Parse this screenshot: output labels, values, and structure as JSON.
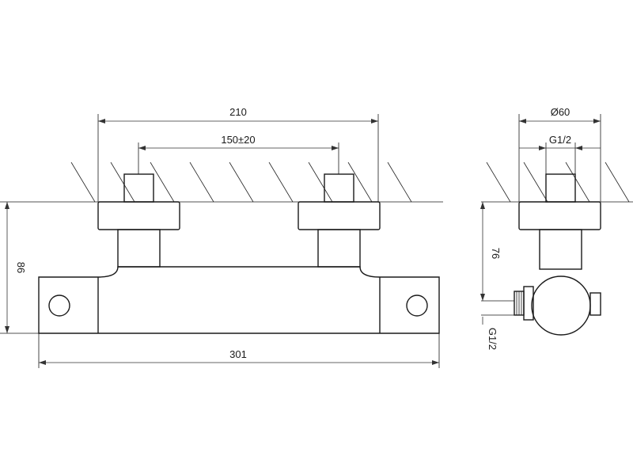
{
  "front_view": {
    "dim_overall_width": "210",
    "dim_inlet_spacing": "150±20",
    "dim_body_height": "86",
    "dim_total_length": "301"
  },
  "side_view": {
    "dim_diameter": "Ø60",
    "dim_thread_top": "G1/2",
    "dim_depth": "76",
    "dim_thread_outlet": "G1/2"
  }
}
